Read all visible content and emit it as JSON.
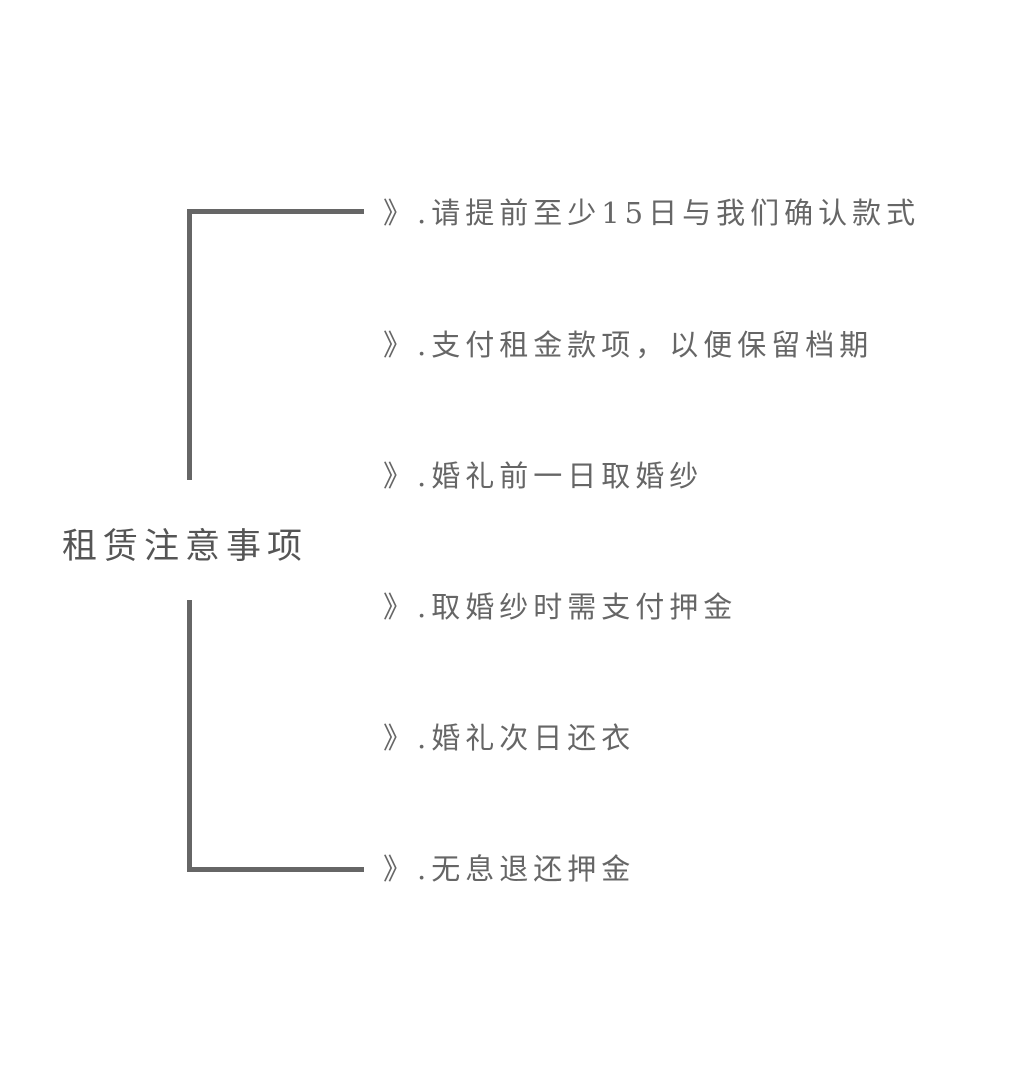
{
  "title": "租赁注意事项",
  "bullet_prefix": "》.",
  "items": [
    "请提前至少15日与我们确认款式",
    "支付租金款项，以便保留档期",
    "婚礼前一日取婚纱",
    "取婚纱时需支付押金",
    "婚礼次日还衣",
    "无息退还押金"
  ],
  "colors": {
    "line": "#666666",
    "text": "#666666"
  }
}
